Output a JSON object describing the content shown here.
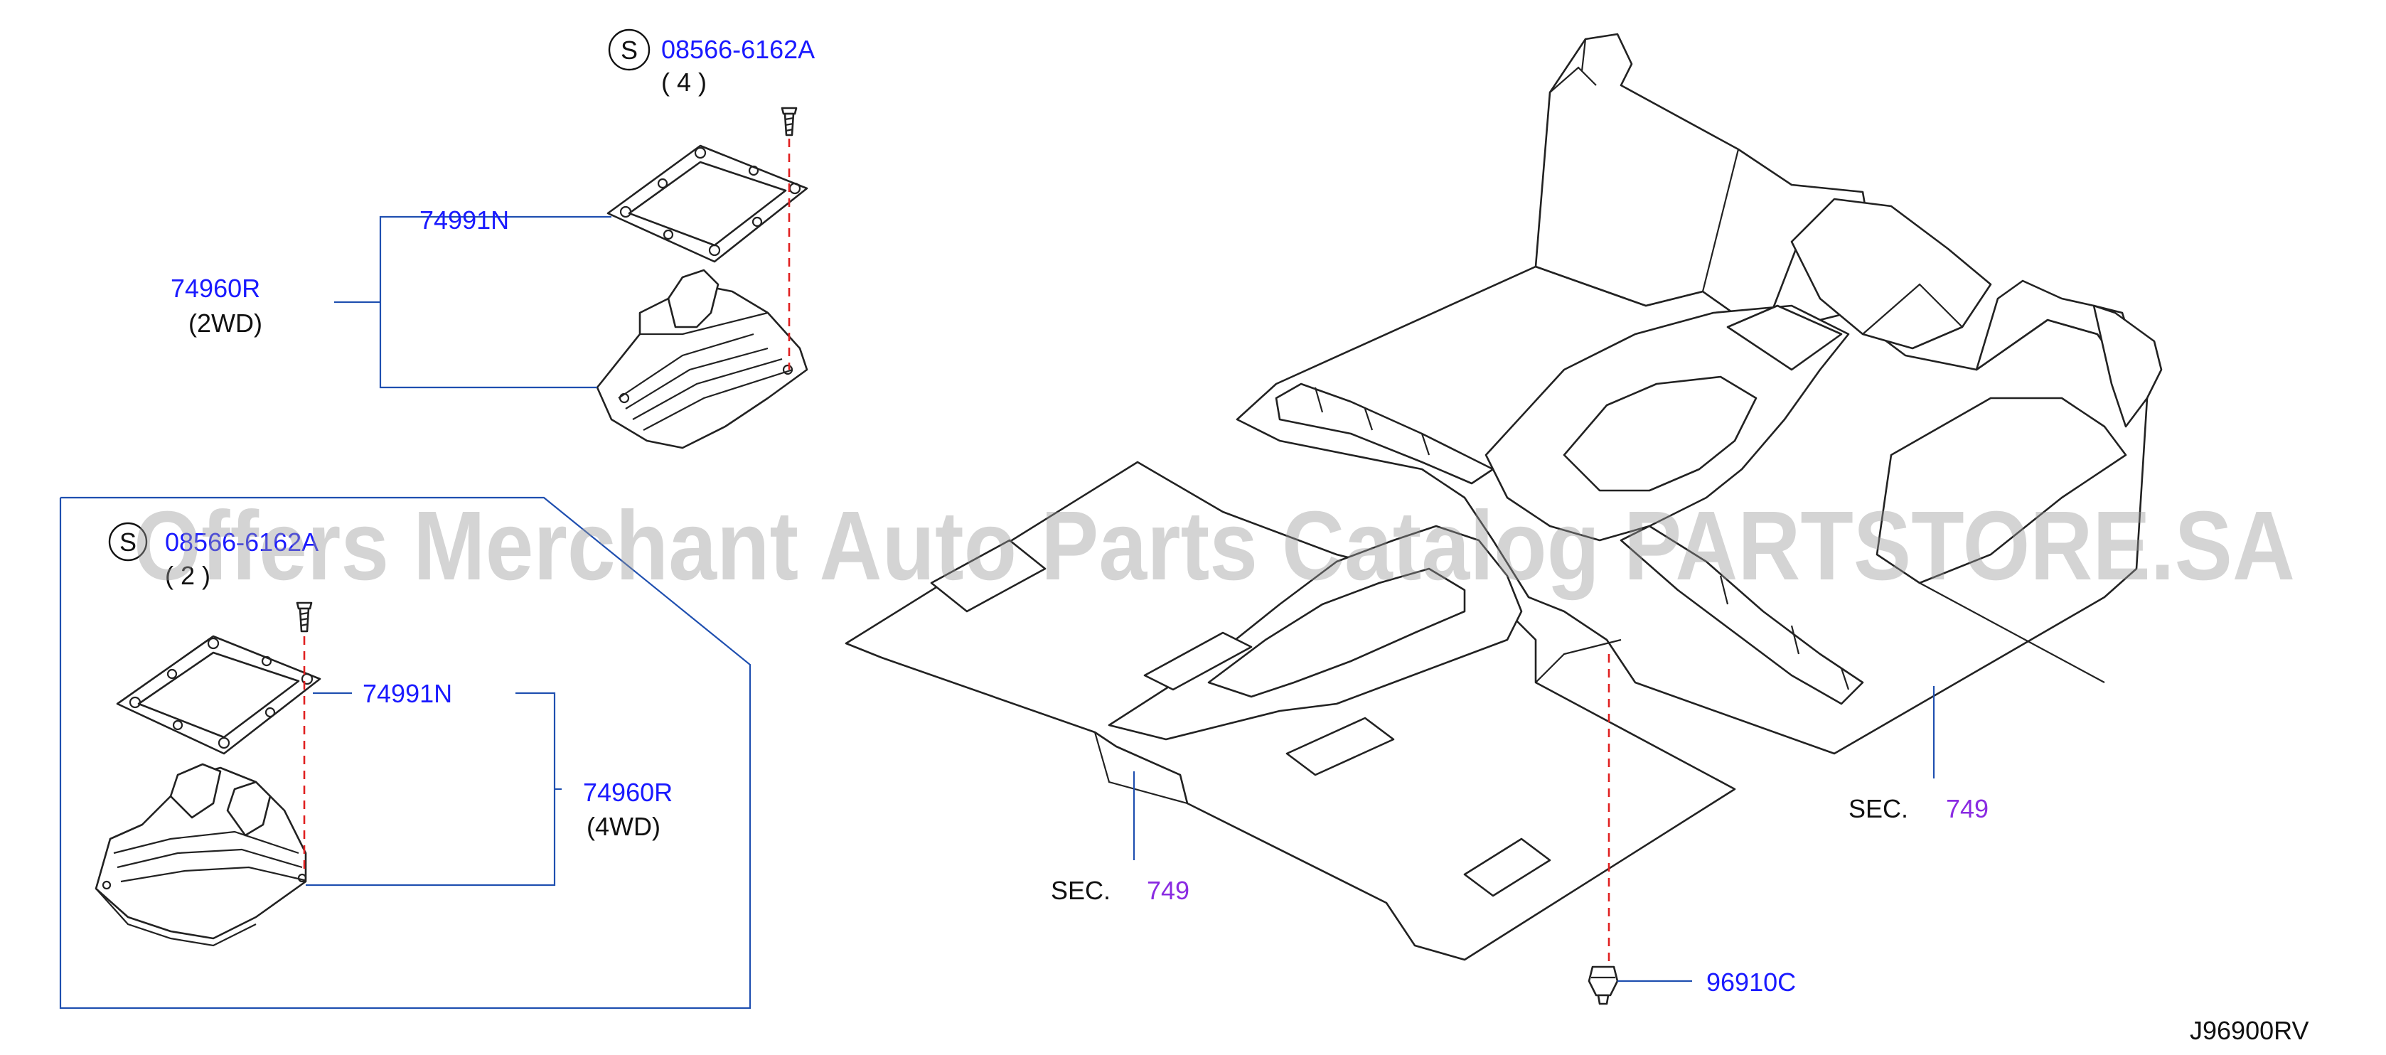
{
  "labels": {
    "screw_top_part": "08566-6162A",
    "screw_top_qty": "( 4 )",
    "gasket_top": "74991N",
    "boot_top_part": "74960R",
    "boot_top_variant": "(2WD)",
    "screw_bottom_part": "08566-6162A",
    "screw_bottom_qty": "( 2 )",
    "gasket_bottom": "74991N",
    "boot_bottom_part": "74960R",
    "boot_bottom_variant": "(4WD)",
    "sec_left_prefix": "SEC.",
    "sec_left_num": "749",
    "sec_right_prefix": "SEC.",
    "sec_right_num": "749",
    "clip_part": "96910C",
    "diagram_code": "J96900RV",
    "s_symbol": "S"
  },
  "watermark": "Offers Merchant Auto Parts Catalog PARTSTORE.SA",
  "colors": {
    "part_number": "#1a1aff",
    "section_number": "#8a2be2",
    "leader_line": "#1f4fb0",
    "dashed_guide": "#e02020"
  }
}
